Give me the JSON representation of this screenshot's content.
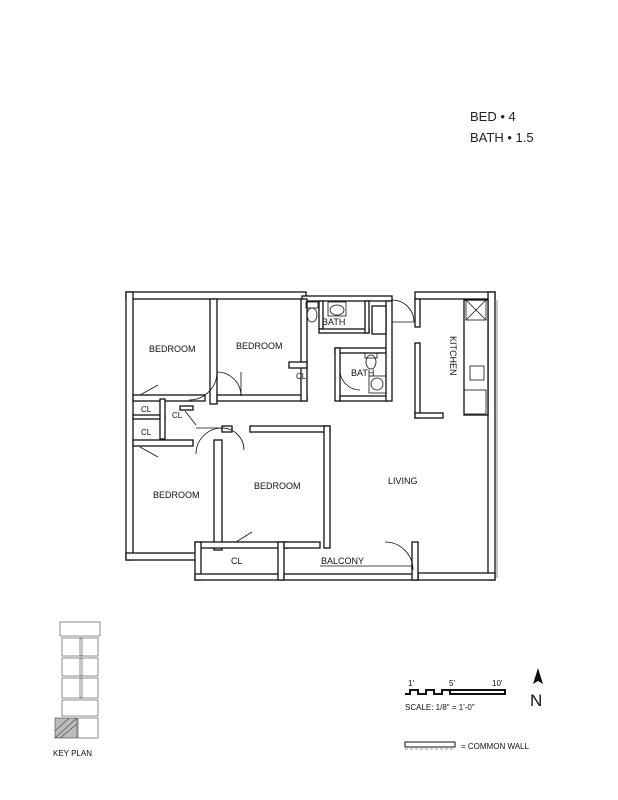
{
  "summary": {
    "bed_label": "BED",
    "bed_count": "4",
    "bath_label": "BATH",
    "bath_count": "1.5",
    "separator": "•"
  },
  "rooms": {
    "bedroom_nw": "BEDROOM",
    "bedroom_nc": "BEDROOM",
    "bedroom_sw": "BEDROOM",
    "bedroom_sc": "BEDROOM",
    "bath_upper": "BATH",
    "bath_lower": "BATH",
    "kitchen": "KITCHEN",
    "living": "LIVING",
    "balcony": "BALCONY",
    "closet_1": "CL",
    "closet_2": "CL",
    "closet_3": "CL",
    "closet_4": "CL",
    "closet_balcony": "CL"
  },
  "scale": {
    "tick_1": "1'",
    "tick_5": "5'",
    "tick_10": "10'",
    "text": "SCALE: 1/8\" = 1'-0\""
  },
  "north": {
    "label": "N"
  },
  "key_plan": {
    "label": "KEY PLAN"
  },
  "legend": {
    "common_wall": "= COMMON WALL"
  }
}
